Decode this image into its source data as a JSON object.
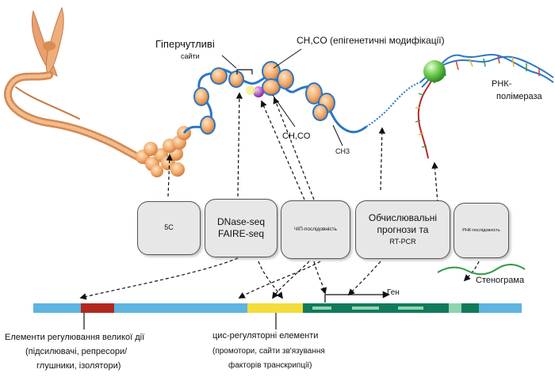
{
  "labels": {
    "hypersensitive_title": "Гіперчутливі",
    "hypersensitive_sub": "сайти",
    "epigenetic": "CH,CO (епігенетичні модифікації)",
    "ch_co": "CH,CO",
    "ch3": "CH3",
    "rna_pol_1": "РНК-",
    "rna_pol_2": "полімераза",
    "gene": "Ген",
    "transcript": "Стенограма",
    "long_range_1": "Елементи регулювання великої дії",
    "long_range_2": "(підсилювачі, репресори/",
    "long_range_3": "глушники, ізолятори)",
    "cis_1": "цис-регуляторні елементи",
    "cis_2": "(промотори, сайти зв'язування",
    "cis_3": "факторів транскрипції)"
  },
  "boxes": [
    {
      "lines": [
        "5C"
      ]
    },
    {
      "lines": [
        "DNase-seq",
        "FAIRE-seq"
      ]
    },
    {
      "lines": [
        "ЧІП-послідовність"
      ]
    },
    {
      "lines": [
        "Обчислювальні",
        "прогнози та",
        "RT-PCR"
      ]
    },
    {
      "lines": [
        "РНК-послідовність"
      ]
    }
  ],
  "colors": {
    "chromatin_orange": "#e9a06e",
    "nucleosome": "#ec9a5a",
    "dna_blue": "#2b77c4",
    "long_range_element": "#b2281f",
    "cis_element": "#f2dd3c",
    "gene_dark": "#117a5b",
    "gene_light": "#8fd5b0",
    "bar_blue": "#5fb4e0",
    "pol_green": "#6cc84c",
    "marker_purple": "#a03bb5",
    "marker_yellow": "#f0f08a"
  }
}
